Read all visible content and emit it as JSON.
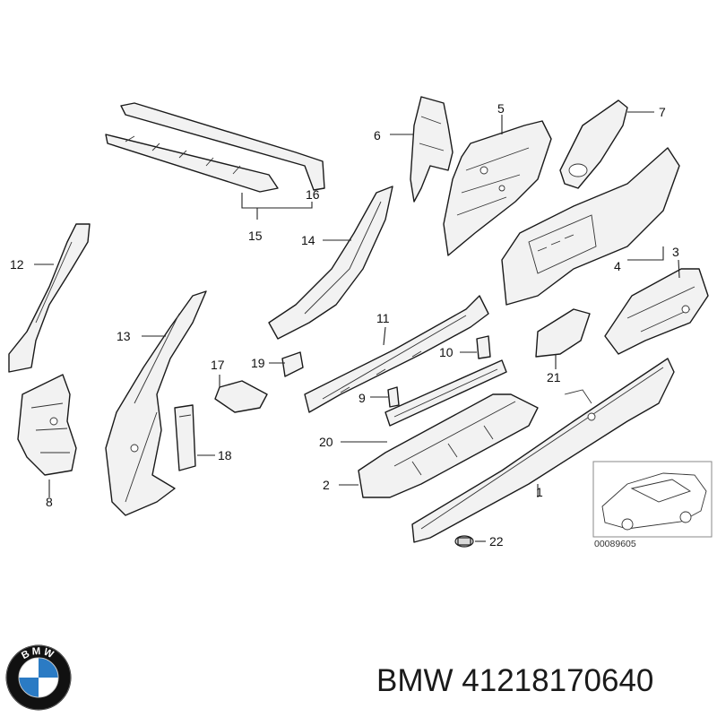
{
  "diagram": {
    "callouts": [
      "1",
      "2",
      "3",
      "4",
      "5",
      "6",
      "7",
      "8",
      "9",
      "10",
      "11",
      "12",
      "13",
      "14",
      "15",
      "16",
      "17",
      "18",
      "19",
      "20",
      "21",
      "22"
    ],
    "reference_number": "00089605"
  },
  "footer": {
    "brand": "BMW",
    "part_number": "41218170640",
    "logo": {
      "name": "bmw-roundel-logo",
      "letters": "BMW",
      "colors": {
        "blue": "#2b7bc4",
        "white": "#ffffff",
        "ring": "#111111"
      }
    }
  }
}
